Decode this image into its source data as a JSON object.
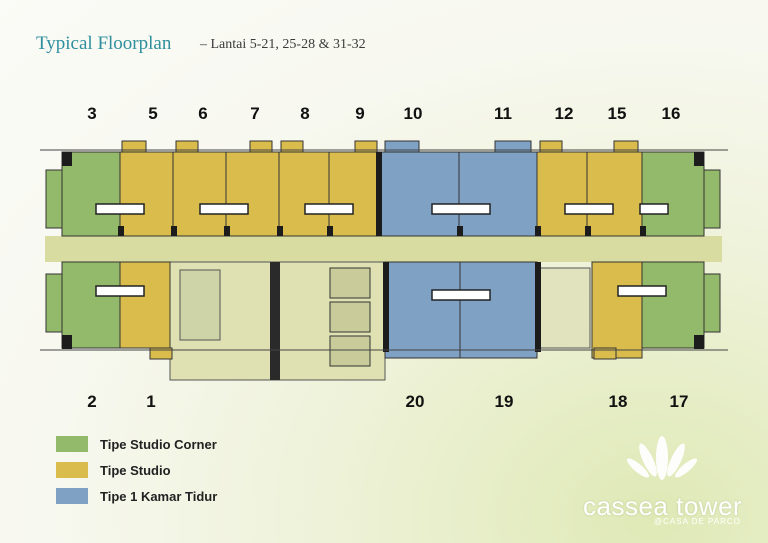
{
  "header": {
    "title": "Typical Floorplan",
    "subtitle": "– Lantai 5-21, 25-28 & 31-32"
  },
  "unit_numbers_top": [
    "3",
    "5",
    "6",
    "7",
    "8",
    "9",
    "10",
    "11",
    "12",
    "15",
    "16"
  ],
  "unit_numbers_bottom": [
    "2",
    "1",
    "20",
    "19",
    "18",
    "17"
  ],
  "legend": [
    {
      "label": "Tipe Studio Corner",
      "color": "#93b96a"
    },
    {
      "label": "Tipe Studio",
      "color": "#d9bc4b"
    },
    {
      "label": "Tipe 1 Kamar Tidur",
      "color": "#7ea1c4"
    }
  ],
  "brand": {
    "name": "cassea tower",
    "sub": "@CASA DE PARCO"
  },
  "colors": {
    "title": "#2f8f9d",
    "corridor": "#d9dca0",
    "wall": "#222222"
  }
}
